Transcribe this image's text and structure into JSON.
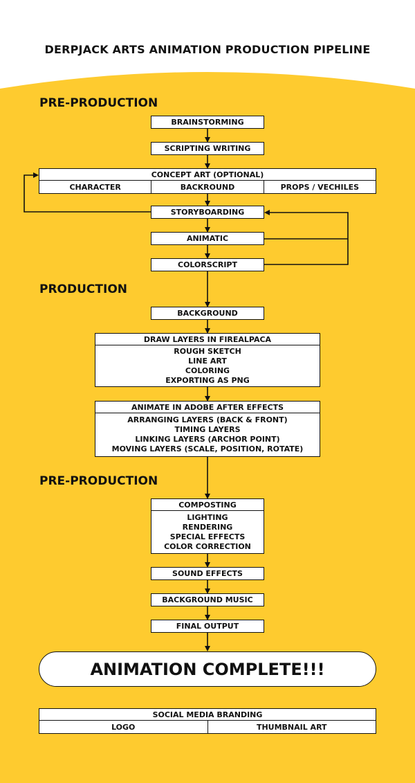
{
  "title": "DERPJACK ARTS ANIMATION PRODUCTION PIPELINE",
  "colors": {
    "background": "#FECB2F",
    "box": "#FFFFFF",
    "ink": "#111111"
  },
  "sections": {
    "pre_production": "PRE-PRODUCTION",
    "production": "PRODUCTION",
    "post_production": "PRE-PRODUCTION"
  },
  "steps": {
    "brainstorming": "BRAINSTORMING",
    "scripting": "SCRIPTING WRITING",
    "concept_art": {
      "header": "CONCEPT ART (OPTIONAL)",
      "columns": [
        "CHARACTER",
        "BACKROUND",
        "PROPS / VECHILES"
      ]
    },
    "storyboarding": "STORYBOARDING",
    "animatic": "ANIMATIC",
    "colorscript": "COLORSCRIPT",
    "background": "BACKGROUND",
    "draw_layers": {
      "header": "DRAW LAYERS IN FIREALPACA",
      "items": [
        "ROUGH SKETCH",
        "LINE ART",
        "COLORING",
        "EXPORTING AS PNG"
      ]
    },
    "animate": {
      "header": "ANIMATE IN ADOBE AFTER EFFECTS",
      "items": [
        "ARRANGING LAYERS (BACK & FRONT)",
        "TIMING LAYERS",
        "LINKING LAYERS (ARCHOR POINT)",
        "MOVING LAYERS (SCALE, POSITION, ROTATE)"
      ]
    },
    "composting": {
      "header": "COMPOSTING",
      "items": [
        "LIGHTING",
        "RENDERING",
        "SPECIAL EFFECTS",
        "COLOR CORRECTION"
      ]
    },
    "sound_effects": "SOUND EFFECTS",
    "background_music": "BACKGROUND MUSIC",
    "final_output": "FINAL OUTPUT",
    "complete": "ANIMATION COMPLETE!!!",
    "social_media": {
      "header": "SOCIAL MEDIA BRANDING",
      "columns": [
        "LOGO",
        "THUMBNAIL ART"
      ]
    }
  }
}
